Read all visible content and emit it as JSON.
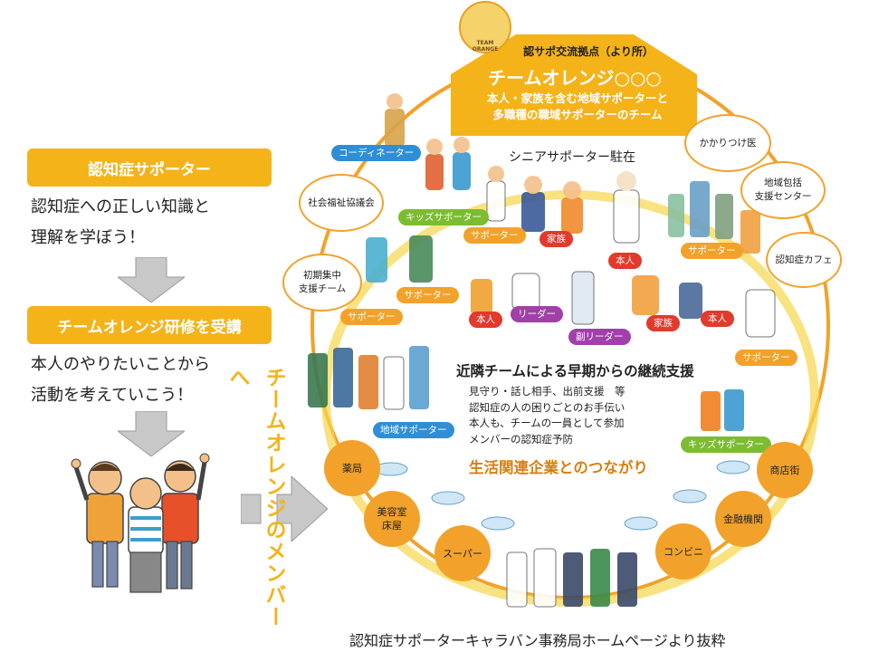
{
  "left": {
    "step1_title": "認知症サポーター",
    "step1_line1": "認知症への正しい知識と",
    "step1_line2": "理解を学ぼう！",
    "step2_title": "チームオレンジ研修を受講",
    "step2_line1": "本人のやりたいことから",
    "step2_line2": "活動を考えていこう！",
    "vertical_title": "チームオレンジのメンバーへ"
  },
  "diagram": {
    "logo_text": "TEAM ORANGE",
    "roof_top": "認サポ交流拠点（より所）",
    "roof_title": "チームオレンジ○○○",
    "roof_sub1": "本人・家族を含む地域サポーターと",
    "roof_sub2": "多職種の職域サポーターのチーム",
    "senior": "シニアサポーター駐在",
    "labels": {
      "coordinator": "コーディネーター",
      "kids_1": "キッズサポーター",
      "supporter_1": "サポーター",
      "family_1": "家族",
      "honnin_1": "本人",
      "supporter_2": "サポーター",
      "supporter_3": "サポーター",
      "supporter_4": "サポーター",
      "honnin_2": "本人",
      "leader": "リーダー",
      "sub_leader": "副リーダー",
      "family_2": "家族",
      "honnin_3": "本人",
      "supporter_5": "サポーター",
      "regional": "地域サポーター",
      "kids_2": "キッズサポーター"
    },
    "orgs": {
      "shakyo": "社会福祉協議会",
      "shoki_1": "初期集中",
      "shoki_2": "支援チーム",
      "kakaritsuke": "かかりつけ医",
      "chiiki_1": "地域包括",
      "chiiki_2": "支援センター",
      "cafe": "認知症カフェ"
    },
    "support_title": "近隣チームによる早期からの継続支援",
    "support_items": [
      "見守り・話し相手、出前支援　等",
      "認知症の人の困りごとのお手伝い",
      "本人も、チームの一員として参加",
      "メンバーの認知症予防"
    ],
    "business_title": "生活関連企業とのつながり",
    "business": {
      "pharmacy": "薬局",
      "salon_1": "美容室",
      "salon_2": "床屋",
      "super": "スーパー",
      "conveni": "コンビニ",
      "bank": "金融機関",
      "shops": "商店街"
    }
  },
  "caption": "認知症サポーターキャラバン事務局ホームページより抜粋"
}
